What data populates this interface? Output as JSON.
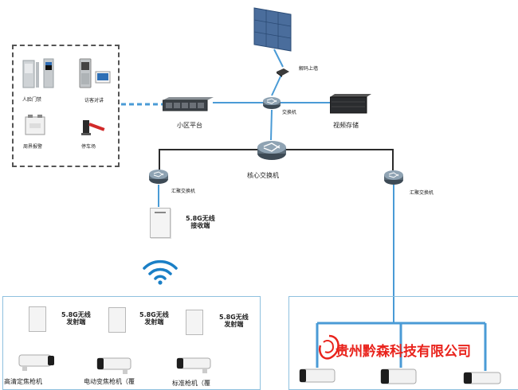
{
  "diagram": {
    "decoder_wall_label": "解码上墙",
    "switch_top_label": "交换机",
    "platform_label": "小区平台",
    "storage_label": "视频存储",
    "core_switch_label": "核心交换机",
    "agg_left_label": "汇聚交换机",
    "agg_right_label": "汇聚交换机",
    "receiver_label": "5.8G无线\n接收端",
    "subsystems": [
      {
        "label": "人脸门禁",
        "icon": "face-gate-icon"
      },
      {
        "label": "访客对讲",
        "icon": "intercom-icon"
      },
      {
        "label": "周界报警",
        "icon": "alarm-host-icon"
      },
      {
        "label": "停车场",
        "icon": "parking-barrier-icon"
      }
    ],
    "transmitters": [
      {
        "label": "5.8G无线\n发射端"
      },
      {
        "label": "5.8G无线\n发射端"
      },
      {
        "label": "5.8G无线\n发射端"
      }
    ],
    "cameras_left": [
      {
        "label": "高清定焦枪机"
      },
      {
        "label": "电动变焦枪机（覆"
      },
      {
        "label": "标准枪机（覆"
      }
    ],
    "watermark": "贵州黔森科技有限公司",
    "colors": {
      "cable_blue": "#4a9bd6",
      "cable_dark": "#2b2b2b",
      "wifi_blue": "#1a7fc6",
      "watermark_red": "#e9231c",
      "panel_border": "#8fc1df"
    }
  }
}
